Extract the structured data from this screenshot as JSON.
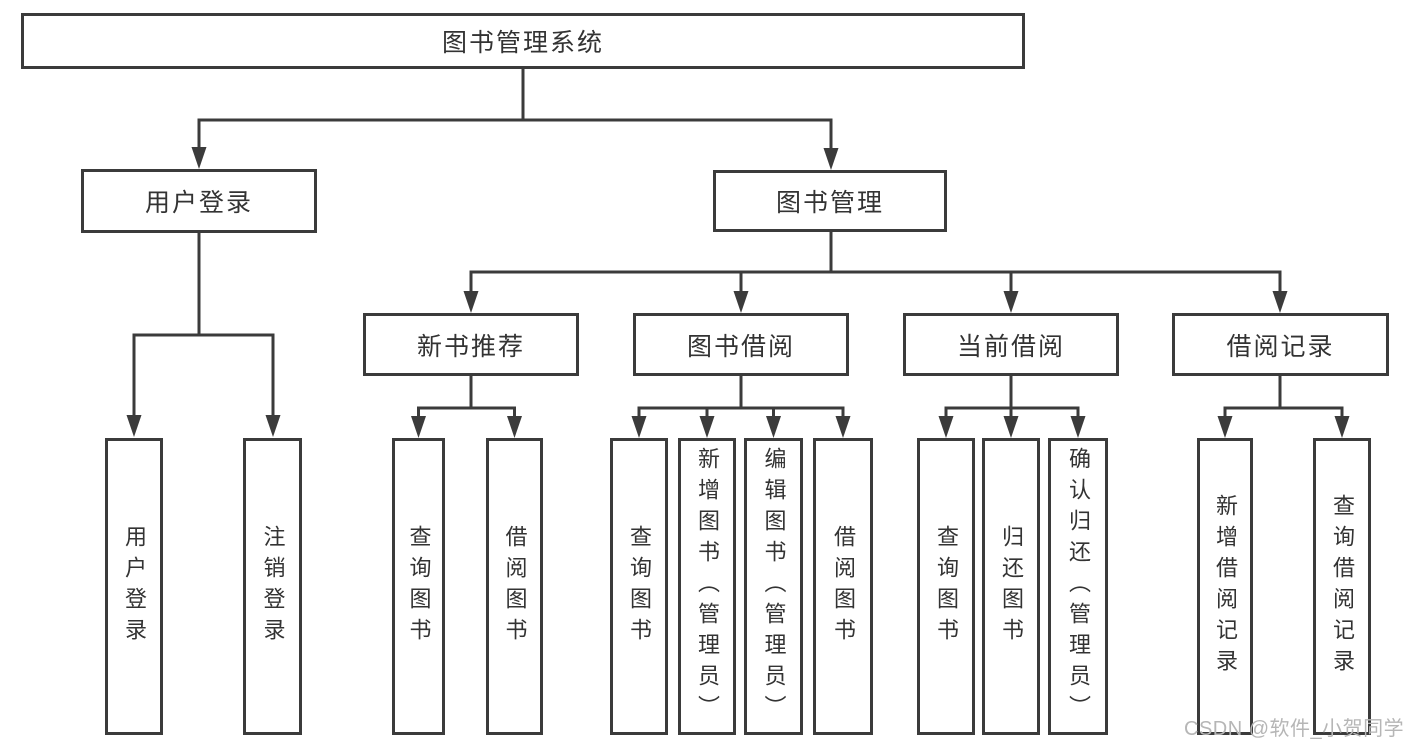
{
  "diagram_title": "图书管理系统",
  "nodes": {
    "root": "图书管理系统",
    "l2": [
      "用户登录",
      "图书管理"
    ],
    "l3": [
      "新书推荐",
      "图书借阅",
      "当前借阅",
      "借阅记录"
    ],
    "leaves": [
      "用户登录",
      "注销登录",
      "查询图书",
      "借阅图书",
      "查询图书",
      "新增图书（管理员）",
      "编辑图书（管理员）",
      "借阅图书",
      "查询图书",
      "归还图书",
      "确认归还（管理员）",
      "新增借阅记录",
      "查询借阅记录"
    ]
  },
  "hierarchy": {
    "图书管理系统": {
      "用户登录": [
        "用户登录",
        "注销登录"
      ],
      "图书管理": {
        "新书推荐": [
          "查询图书",
          "借阅图书"
        ],
        "图书借阅": [
          "查询图书",
          "新增图书（管理员）",
          "编辑图书（管理员）",
          "借阅图书"
        ],
        "当前借阅": [
          "查询图书",
          "归还图书",
          "确认归还（管理员）"
        ],
        "借阅记录": [
          "新增借阅记录",
          "查询借阅记录"
        ]
      }
    }
  },
  "watermark": {
    "text": "CSDN @软件_小贺同学"
  },
  "colors": {
    "line": "#3b3b3b",
    "box_border": "#3b3b3b",
    "text": "#333333",
    "background": "#ffffff",
    "watermark": "#b6b6b6"
  }
}
